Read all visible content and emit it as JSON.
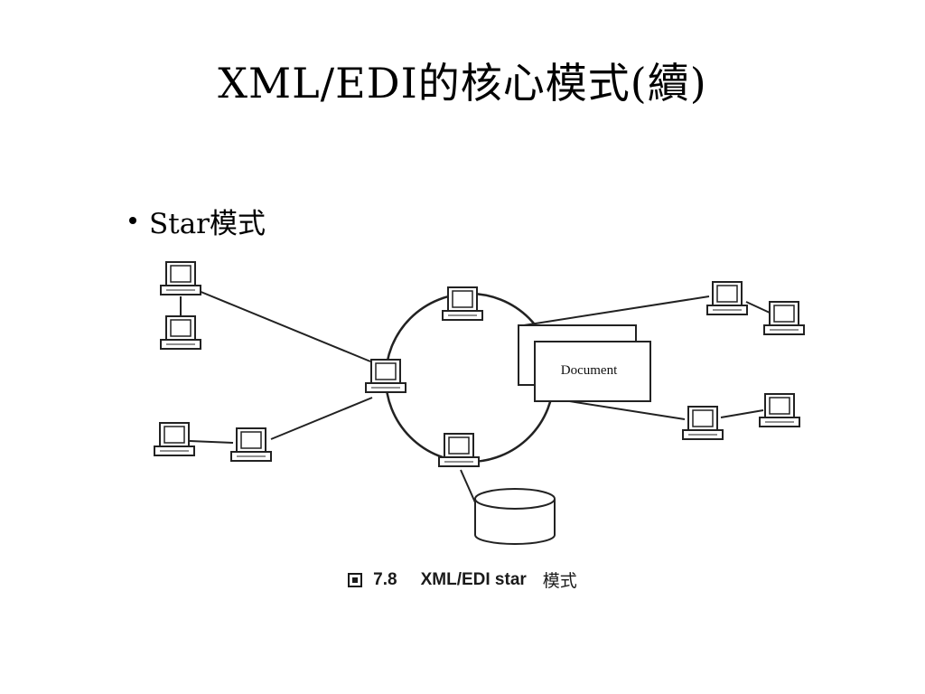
{
  "slide": {
    "title": "XML/EDI的核心模式(續)",
    "bullet": "Star模式"
  },
  "diagram": {
    "document_label": "Document",
    "caption_number": "7.8",
    "caption_text": "XML/EDI star",
    "caption_cjk": "模式"
  }
}
